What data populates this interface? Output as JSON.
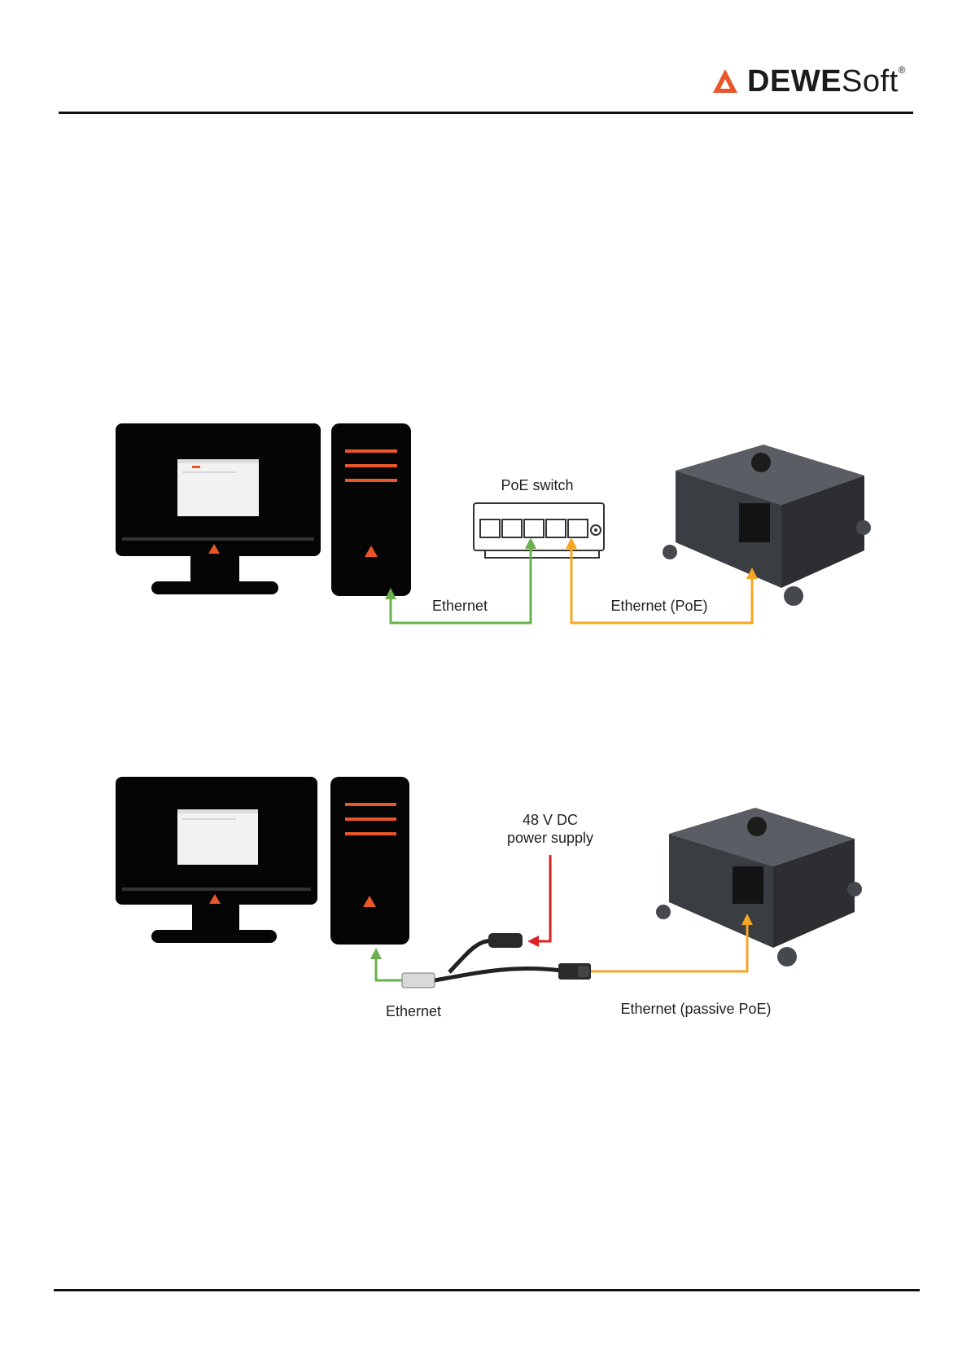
{
  "brand": {
    "name_bold": "DEWE",
    "name_regular": "Soft",
    "registered": "®",
    "accent_color": "#e8562a"
  },
  "colors": {
    "ethernet": "#6ab04c",
    "poe": "#f5a623",
    "power": "#e02020",
    "pc_dark": "#050505",
    "device_body": "#3d4045"
  },
  "diagram1": {
    "switch_label": "PoE switch",
    "ethernet_label": "Ethernet",
    "poe_label": "Ethernet (PoE)",
    "icons": [
      "monitor-icon",
      "pc-tower-icon",
      "poe-switch-icon",
      "dewesoft-device-icon"
    ]
  },
  "diagram2": {
    "psu_label_line1": "48 V DC",
    "psu_label_line2": "power supply",
    "ethernet_label": "Ethernet",
    "poe_label": "Ethernet (passive PoE)",
    "icons": [
      "monitor-icon",
      "pc-tower-icon",
      "poe-injector-cable-icon",
      "dewesoft-device-icon"
    ]
  }
}
